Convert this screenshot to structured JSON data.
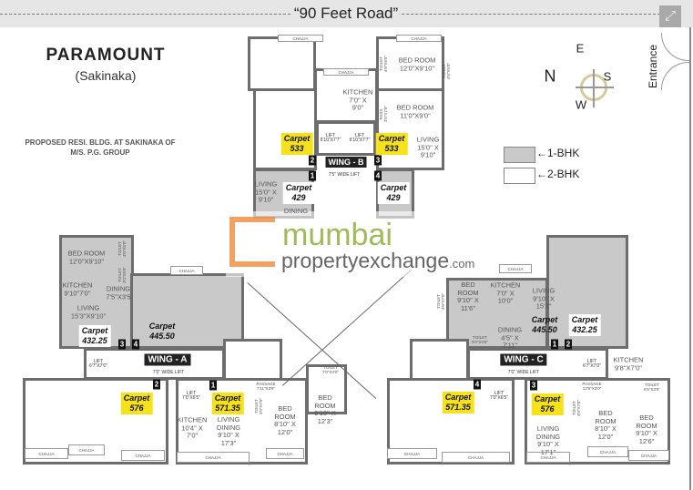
{
  "header": {
    "road": "“90 Feet Road”",
    "expand_icon": "expand-icon"
  },
  "project": {
    "name": "PARAMOUNT",
    "location": "(Sakinaka)",
    "description": "PROPOSED RESI. BLDG. AT SAKINAKA OF\nM/S. P.G. GROUP"
  },
  "compass": {
    "north": "N",
    "east": "E",
    "south": "S",
    "west": "W"
  },
  "legend": [
    {
      "label": "←1-BHK",
      "color": "#c9c9c9"
    },
    {
      "label": "←2-BHK",
      "color": "#ffffff"
    }
  ],
  "entrance": "Entrance",
  "watermark": {
    "line1": "mumbai",
    "line2": "propertyexchange",
    "suffix": ".com"
  },
  "chajja": "CHAJJA",
  "wings": {
    "b": {
      "name": "WING - B",
      "lift": "7'5\" WIDE LIFT",
      "lift_left": "LIFT\n6'10\"X7'7\"",
      "lift_right": "LIFT\n6'10\"X7'7\""
    },
    "a": {
      "name": "WING - A",
      "lift": "7'0\" WIDE LIFT",
      "lift_small": "LIFT\n6'7\"X7'0\"",
      "lift_lower": "LIFT\n7'0\"X6'5\""
    },
    "c": {
      "name": "WING - C",
      "lift": "7'0\" WIDE LIFT",
      "lift_small": "LIFT\n6'7\"X7'0\"",
      "lift_lower": "LIFT\n7'0\"X6'5\""
    }
  },
  "carpets": [
    {
      "label": "Carpet",
      "value": "533"
    },
    {
      "label": "Carpet",
      "value": "533"
    },
    {
      "label": "Carpet",
      "value": "429"
    },
    {
      "label": "Carpet",
      "value": "429"
    },
    {
      "label": "Carpet",
      "value": "432.25"
    },
    {
      "label": "Carpet",
      "value": "445.50"
    },
    {
      "label": "Carpet",
      "value": "576"
    },
    {
      "label": "Carpet",
      "value": "571.35"
    },
    {
      "label": "Carpet",
      "value": "445.50"
    },
    {
      "label": "Carpet",
      "value": "432.25"
    },
    {
      "label": "Carpet",
      "value": "571.35"
    },
    {
      "label": "Carpet",
      "value": "576"
    }
  ],
  "flat_numbers": [
    "1",
    "2",
    "3",
    "4",
    "3",
    "4",
    "2",
    "1",
    "1",
    "2",
    "4",
    "3"
  ],
  "rooms": [
    "KITCHEN\n7'0\" X\n9'0\"",
    "BED ROOM\n12'0\"X9'10\"",
    "BED ROOM\n11'0\"X9'0\"",
    "LIVING\n15'0\" X\n9'10\"",
    "LIVING\n15'0\" X\n9'10\"",
    "DINING",
    "BED ROOM\n12'0\"X9'10\"",
    "KITCHEN\n9'10\"7'0\"",
    "DINING\n7'5\"X3'5",
    "LIVING\n15'3\"X9'10\"",
    "KITCHEN\n10'4\" X\n7'0\"",
    "LIVING\nDINING\n9'10\" X\n17'3\"",
    "BED\nROOM\n8'10\" X\n12'0\"",
    "BED\nROOM\n9'10\" X\n12'3\"",
    "BED\nROOM\n9'10\" X\n11'6\"",
    "KITCHEN\n7'0\" X\n10'0\"",
    "LIVING\n9'10\" X\n15'3\"",
    "DINING\n4'5\" X\n7'11\"",
    "KITCHEN\n9'8\"X7'0\"",
    "LIVING\nDINING\n9'10\" X\n17'1\"",
    "BED\nROOM\n8'10\" X\n12'0\"",
    "BED\nROOM\n9'10\" X\n12'6\""
  ],
  "small_labels": [
    "TOILET\n4'0\"X6'5\"",
    "TOILET\n4'0\"X5'0\"",
    "PASS.\n3'5\"X7'6\"",
    "TOILET\n4'0\"X5'0\"",
    "TOILET\n4'0\"X5'0\"",
    "PASSAGE\n7'11\"X3'9\"",
    "TOILET\n4'0\"X7'0\"",
    "TOILET\n7'0\"X4'0\"",
    "TOILET\n4'0\"X7'0\"",
    "TOILET\n6'0\"X4'6\"",
    "PASSAGE\n13'9\"X3'0\"",
    "TOILET\n6'5\"X3'9\"",
    "TOILET\n4'0\"X7'0\""
  ]
}
